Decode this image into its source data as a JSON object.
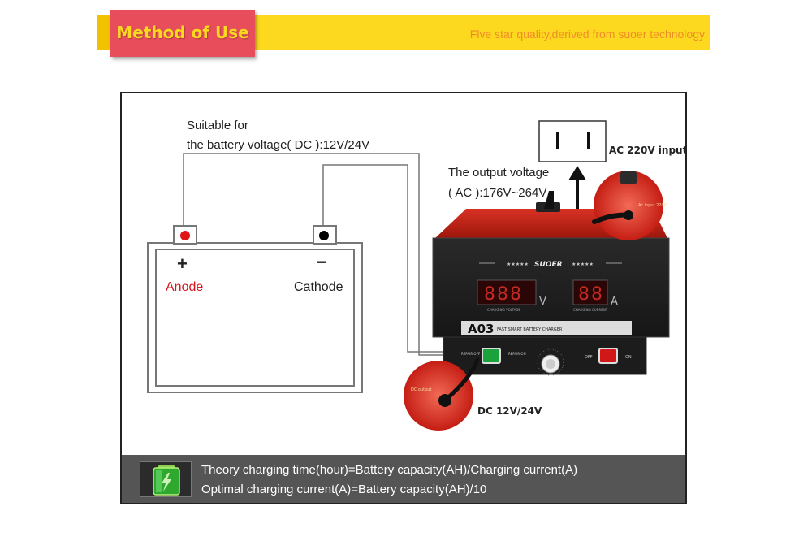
{
  "header": {
    "title": "Method of Use",
    "tagline": "Flve star quality,derived from suoer technology",
    "colors": {
      "banner": "#fcd91e",
      "title_tab": "#e84d5b",
      "title_text": "#fcd91e",
      "tagline": "#f08c28"
    }
  },
  "diagram": {
    "suitable_line1": "Suitable for",
    "suitable_line2": "the battery voltage( DC ):12V/24V",
    "output_line1": "The output voltage",
    "output_line2": "( AC ):176V~264V",
    "ac_input_label": "AC 220V input",
    "dc_output_label": "DC 12V/24V",
    "battery": {
      "plus_symbol": "+",
      "minus_symbol": "−",
      "anode_label": "Anode",
      "cathode_label": "Cathode",
      "anode_color": "#d8141c"
    },
    "charger": {
      "brand": "SUOER",
      "model": "A03",
      "subtitle": "FAST SMART BATTERY CHARGER",
      "voltage_display": "888",
      "voltage_unit": "V",
      "voltage_caption": "CHARGING VOLTAGE",
      "current_display": "88",
      "current_unit": "A",
      "current_caption": "CHARGING CURRENT",
      "repair_off": "REPAIR OFF",
      "repair_on": "REPAIR ON",
      "off": "OFF",
      "on": "ON",
      "stars": "★★★★★",
      "inset_ac_label": "Ac input 220V",
      "inset_dc_label": "DC output"
    }
  },
  "info": {
    "line1": "Theory charging time(hour)=Battery capacity(AH)/Charging current(A)",
    "line2": "Optimal charging current(A)=Battery capacity(AH)/10"
  }
}
